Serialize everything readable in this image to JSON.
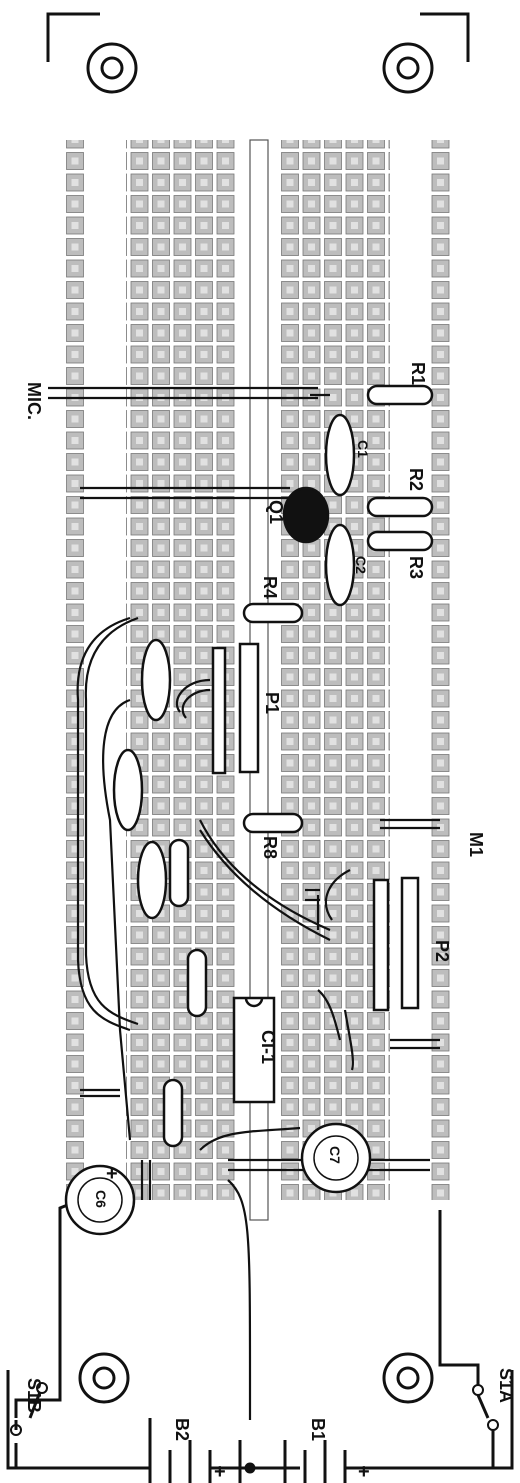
{
  "diagram": {
    "colors": {
      "ink": "#111111",
      "pad": "#bdbdbd",
      "paper": "#ffffff"
    },
    "components": {
      "R1": "R1",
      "R2": "R2",
      "R3": "R3",
      "R4": "R4",
      "R8": "R8",
      "Q1": "Q1",
      "C1": "C1",
      "C2": "C2",
      "P1": "P1",
      "P2": "P2",
      "CI1": "CI-1",
      "C6": "C6",
      "C7": "C7",
      "MIC": "MIC.",
      "M1": "M1",
      "S1A": "S1A",
      "S1B": "S1B",
      "B1": "B1",
      "B2": "B2",
      "plus": "+"
    }
  }
}
